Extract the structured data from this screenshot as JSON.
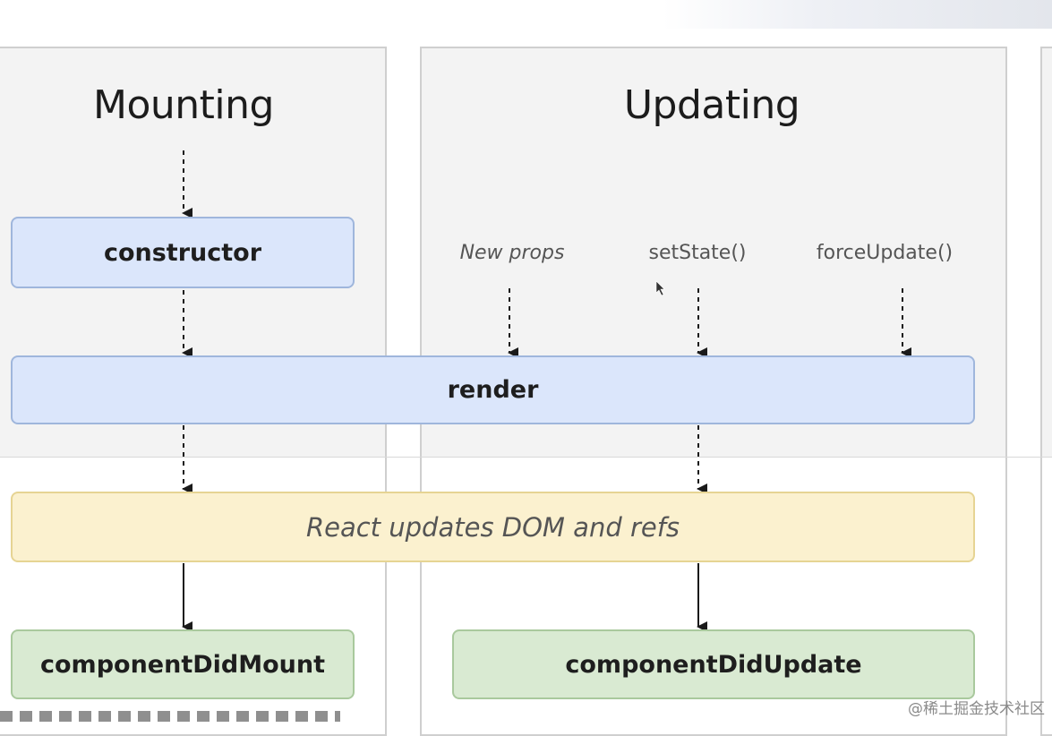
{
  "columns": {
    "mounting": {
      "title": "Mounting"
    },
    "updating": {
      "title": "Updating"
    }
  },
  "triggers": {
    "new_props": "New props",
    "set_state": "setState()",
    "force_update": "forceUpdate()"
  },
  "boxes": {
    "constructor": "constructor",
    "render": "render",
    "dom_update": "React updates DOM and refs",
    "did_mount": "componentDidMount",
    "did_update": "componentDidUpdate"
  },
  "watermark": "@稀土掘金技术社区",
  "colors": {
    "phase_blue": "#dbe6fb",
    "commit_yellow": "#fbf1cf",
    "lifecycle_green": "#d9ead2",
    "panel_gray": "#f3f3f3"
  }
}
